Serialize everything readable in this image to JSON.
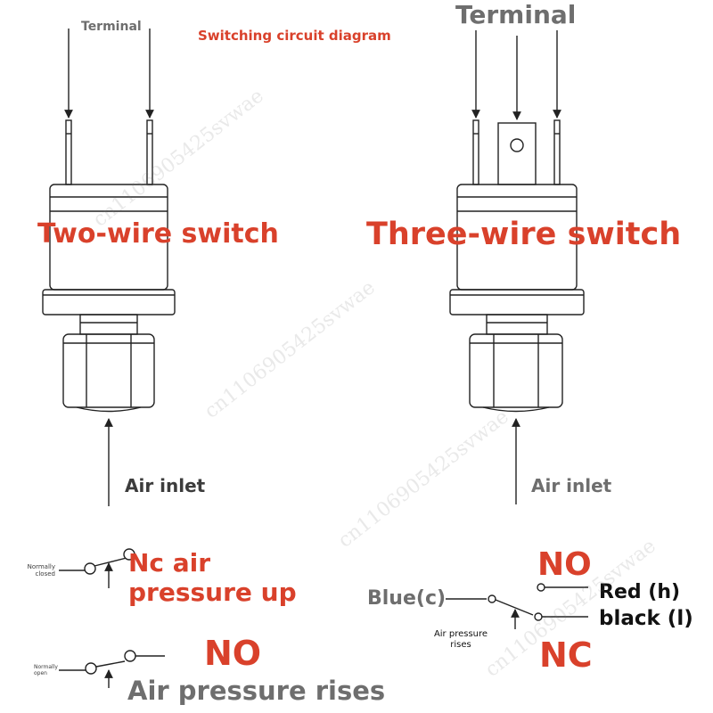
{
  "labels": {
    "terminal_left": "Terminal",
    "terminal_right": "Terminal",
    "diagram_title": "Switching circuit diagram",
    "two_wire": "Two-wire switch",
    "three_wire": "Three-wire switch",
    "air_inlet_left": "Air inlet",
    "air_inlet_right": "Air inlet"
  },
  "two_wire_states": {
    "normally_closed_note": "Normally closed",
    "nc_line1": "Nc air",
    "nc_line2": "pressure up",
    "normally_open_note": "Normally open",
    "no_label": "NO",
    "rises": "Air pressure rises"
  },
  "three_wire_states": {
    "no_label": "NO",
    "blue": "Blue(c)",
    "red": "Red (h)",
    "black": "black (l)",
    "rises_line1": "Air pressure",
    "rises_line2": "rises",
    "nc_label": "NC"
  },
  "watermark": "cn1106905425svwae",
  "colors": {
    "accent_red": "#d9412b",
    "label_gray": "#6e6e6e",
    "line": "#222222"
  }
}
